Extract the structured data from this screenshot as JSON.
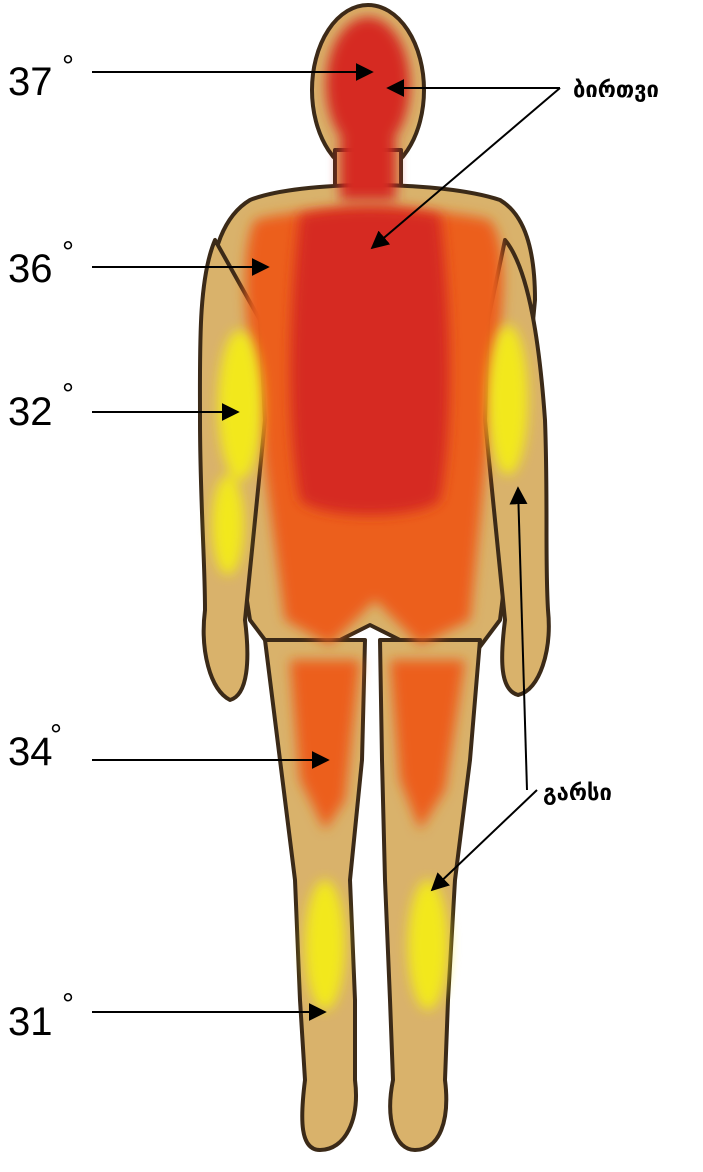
{
  "temperatures": [
    {
      "value": "37",
      "unit": "°",
      "zone": "head"
    },
    {
      "value": "36",
      "unit": "°",
      "zone": "shoulder"
    },
    {
      "value": "32",
      "unit": "°",
      "zone": "upper-arm"
    },
    {
      "value": "34",
      "unit": "°",
      "zone": "thigh"
    },
    {
      "value": "31",
      "unit": "°",
      "zone": "shin"
    }
  ],
  "zones": {
    "core_label": "ბირთვი",
    "shell_label": "გარსი"
  },
  "colors": {
    "core": "#d62a24",
    "inner_shell": "#ec5f1a",
    "cool": "#f2e81e",
    "skin": "#d9b26b",
    "outline": "#3b2a18"
  }
}
